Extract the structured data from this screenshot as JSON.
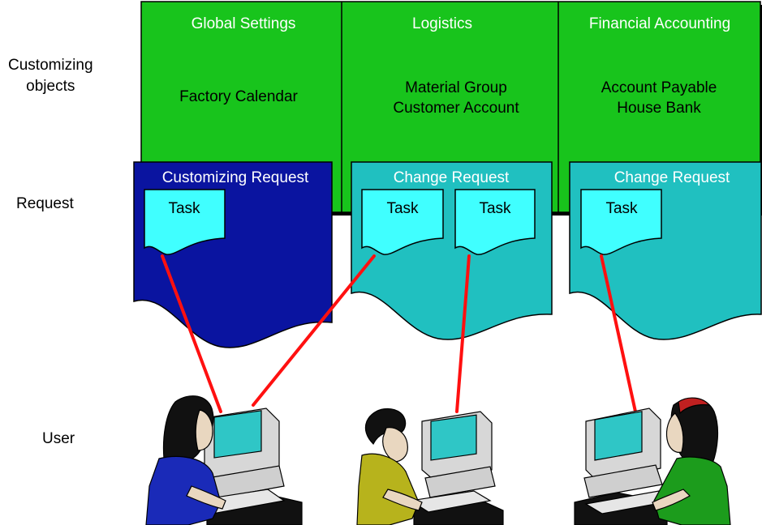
{
  "row_labels": {
    "customizing_objects": [
      "Customizing",
      "objects"
    ],
    "request": "Request",
    "user": "User"
  },
  "columns": [
    {
      "header": "Global Settings",
      "objects": [
        "Factory Calendar"
      ]
    },
    {
      "header": "Logistics",
      "objects": [
        "Material Group",
        "Customer Account"
      ]
    },
    {
      "header": "Financial Accounting",
      "objects": [
        "Account Payable",
        "House Bank"
      ]
    }
  ],
  "requests": [
    {
      "label": "Customizing Request",
      "tasks": [
        "Task"
      ],
      "color": "#0a14a0",
      "label_color": "#ffffff"
    },
    {
      "label": "Change Request",
      "tasks": [
        "Task",
        "Task"
      ],
      "color": "#20c0c0",
      "label_color": "#ffffff"
    },
    {
      "label": "Change Request",
      "tasks": [
        "Task"
      ],
      "color": "#20c0c0",
      "label_color": "#ffffff"
    }
  ],
  "users": [
    {
      "icon": "user-at-computer-icon",
      "shirt_color": "#1a2ab8"
    },
    {
      "icon": "user-at-computer-icon",
      "shirt_color": "#b7b31c"
    },
    {
      "icon": "user-at-computer-icon",
      "shirt_color": "#1c9c1c"
    }
  ],
  "colors": {
    "objects_background": "#18c41c",
    "task_sheet": "#40ffff",
    "link_line": "#ff1010"
  }
}
